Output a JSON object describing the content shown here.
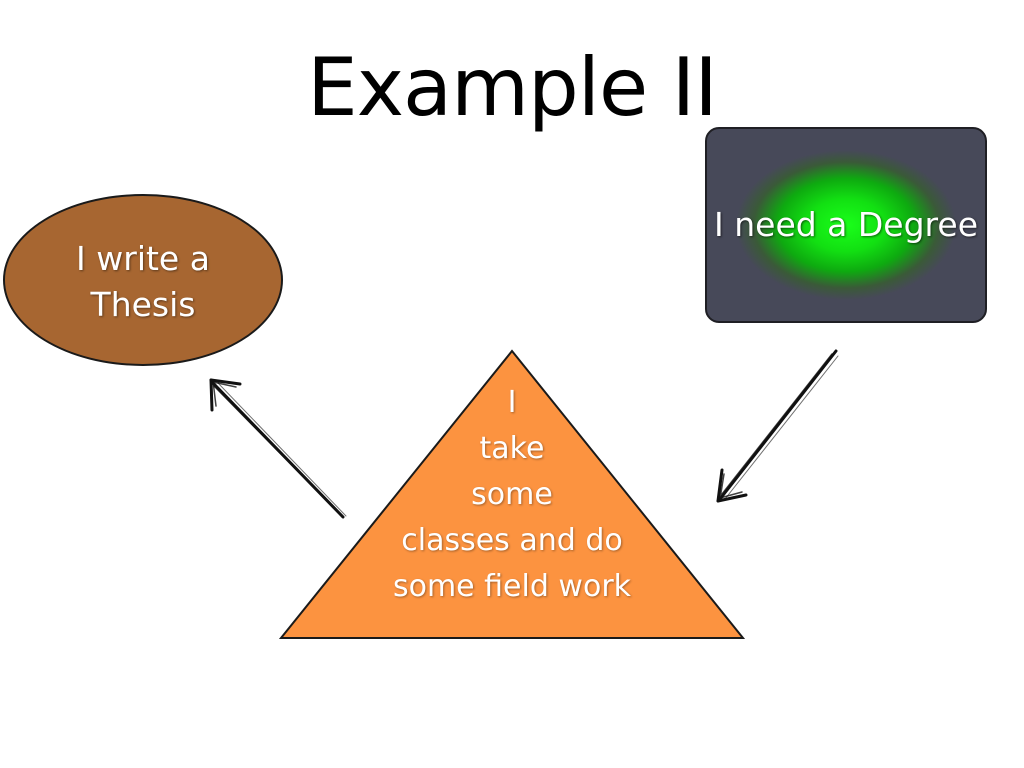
{
  "slide": {
    "title": "Example II"
  },
  "nodes": {
    "thesis": {
      "lines": [
        "I write a",
        "Thesis"
      ],
      "fill": "#a76631"
    },
    "degree": {
      "text": "I need a Degree",
      "fill": "#474959",
      "glow": "#1aff1a"
    },
    "classes": {
      "lines": [
        "I",
        "take",
        "some",
        "classes and do",
        "some field work"
      ],
      "fill": "#fc9340"
    }
  },
  "edges": [
    {
      "from": "degree",
      "to": "classes"
    },
    {
      "from": "classes",
      "to": "thesis"
    }
  ]
}
